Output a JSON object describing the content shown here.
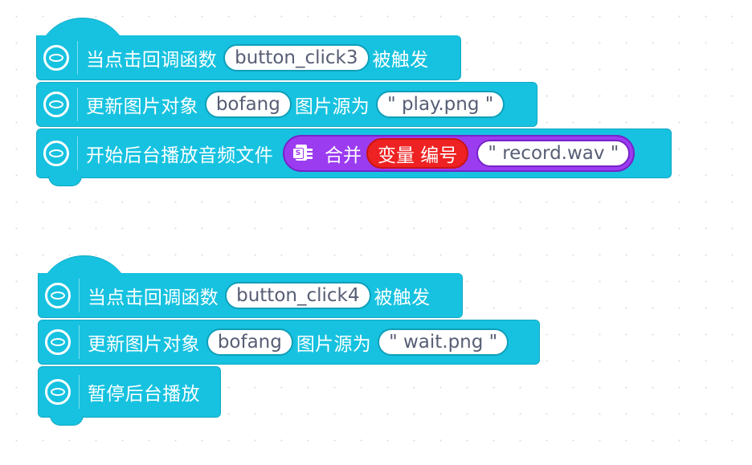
{
  "scripts": [
    {
      "blocks": [
        {
          "kind": "hat",
          "icon": "control-icon",
          "label": "当点击回调函数",
          "arg": "button_click3",
          "suffix": "被触发"
        },
        {
          "kind": "command",
          "icon": "control-icon",
          "label": "更新图片对象",
          "arg": "bofang",
          "mid": "图片源为",
          "str": "\" play.png \""
        },
        {
          "kind": "command",
          "icon": "control-icon",
          "label": "开始后台播放音频文件",
          "join_label": "合并",
          "variable": "变量 编号",
          "str": "\" record.wav \""
        }
      ]
    },
    {
      "blocks": [
        {
          "kind": "hat",
          "icon": "control-icon",
          "label": "当点击回调函数",
          "arg": "button_click4",
          "suffix": "被触发"
        },
        {
          "kind": "command",
          "icon": "control-icon",
          "label": "更新图片对象",
          "arg": "bofang",
          "mid": "图片源为",
          "str": "\" wait.png \""
        },
        {
          "kind": "command",
          "icon": "control-icon",
          "label": "暂停后台播放"
        }
      ]
    }
  ],
  "colors": {
    "block": "#16c2e0",
    "join": "#9b3cf0",
    "variable": "#ee2222",
    "text": "#575e75",
    "canvas": "#ffffff"
  }
}
